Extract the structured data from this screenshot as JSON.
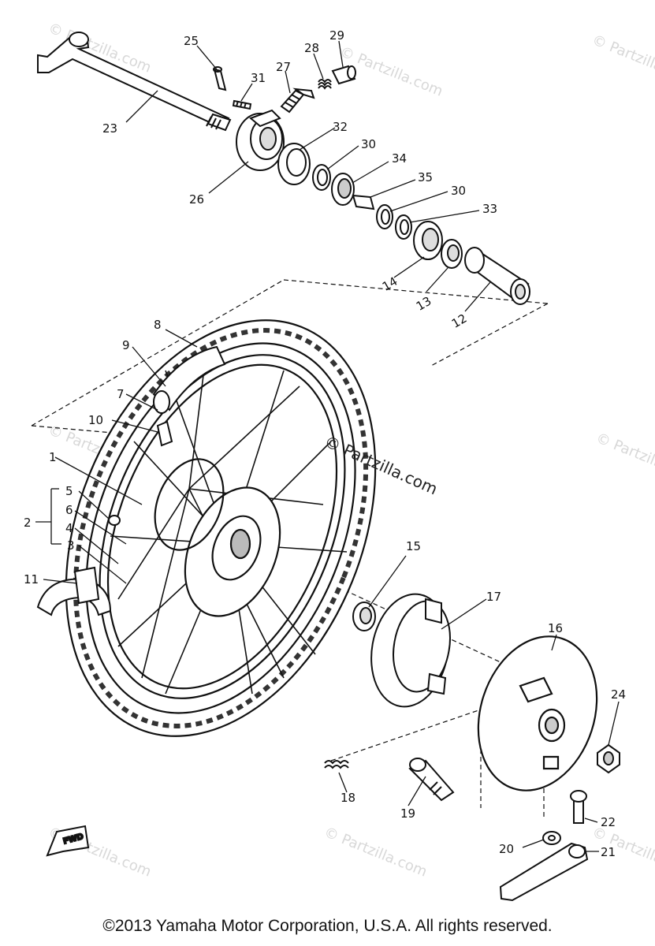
{
  "copyright": "©2013  Yamaha Motor Corporation, U.S.A. All rights reserved.",
  "watermarks": {
    "center": "© Partzilla.com",
    "faint": [
      "© Partzilla.com",
      "© Partzilla.com",
      "© Partzilla.com",
      "© Partzilla.com",
      "© Partzilla.com",
      "© Partzilla.com",
      "© Partzilla.com",
      "© Partzilla.com"
    ]
  },
  "fwd_label": "FWD",
  "callouts": [
    "25",
    "29",
    "28",
    "27",
    "31",
    "23",
    "32",
    "26",
    "30",
    "34",
    "35",
    "30",
    "33",
    "14",
    "13",
    "12",
    "8",
    "9",
    "7",
    "10",
    "1",
    "5",
    "2",
    "6",
    "4",
    "3",
    "11",
    "15",
    "17",
    "16",
    "24",
    "18",
    "19",
    "22",
    "20",
    "21"
  ],
  "colors": {
    "ink": "#111111",
    "watermark": "#d8d8d8"
  }
}
